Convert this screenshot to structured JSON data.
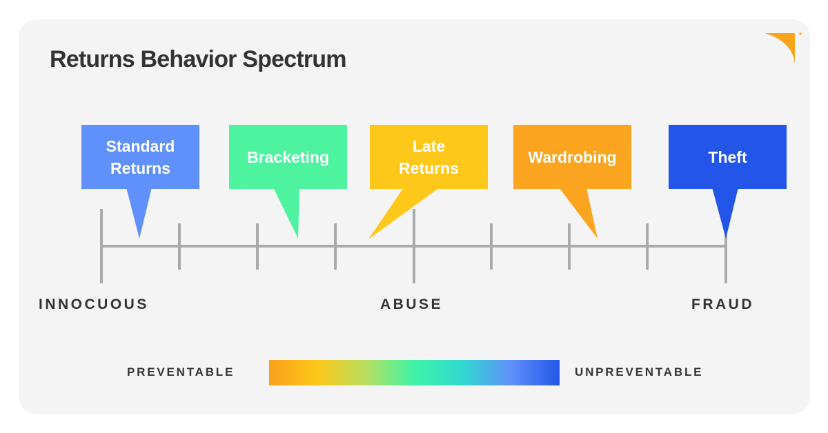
{
  "title": "Returns Behavior Spectrum",
  "callouts": [
    {
      "label": "Standard\nReturns",
      "color": "#6090fb"
    },
    {
      "label": "Bracketing",
      "color": "#4ef3a0"
    },
    {
      "label": "Late\nReturns",
      "color": "#fdc81a"
    },
    {
      "label": "Wardrobing",
      "color": "#fba420"
    },
    {
      "label": "Theft",
      "color": "#2356e8"
    }
  ],
  "scale": {
    "left": "INNOCUOUS",
    "middle": "ABUSE",
    "right": "FRAUD"
  },
  "legend": {
    "left": "PREVENTABLE",
    "right": "UNPREVENTABLE",
    "gradient_colors": [
      "#f9a01b",
      "#fdc81a",
      "#b8e060",
      "#3ef3a6",
      "#30d8d0",
      "#6090fb",
      "#2356e8"
    ]
  },
  "colors": {
    "axis": "#aaaaaa",
    "text": "#333333",
    "brand": "#f8a51c"
  }
}
